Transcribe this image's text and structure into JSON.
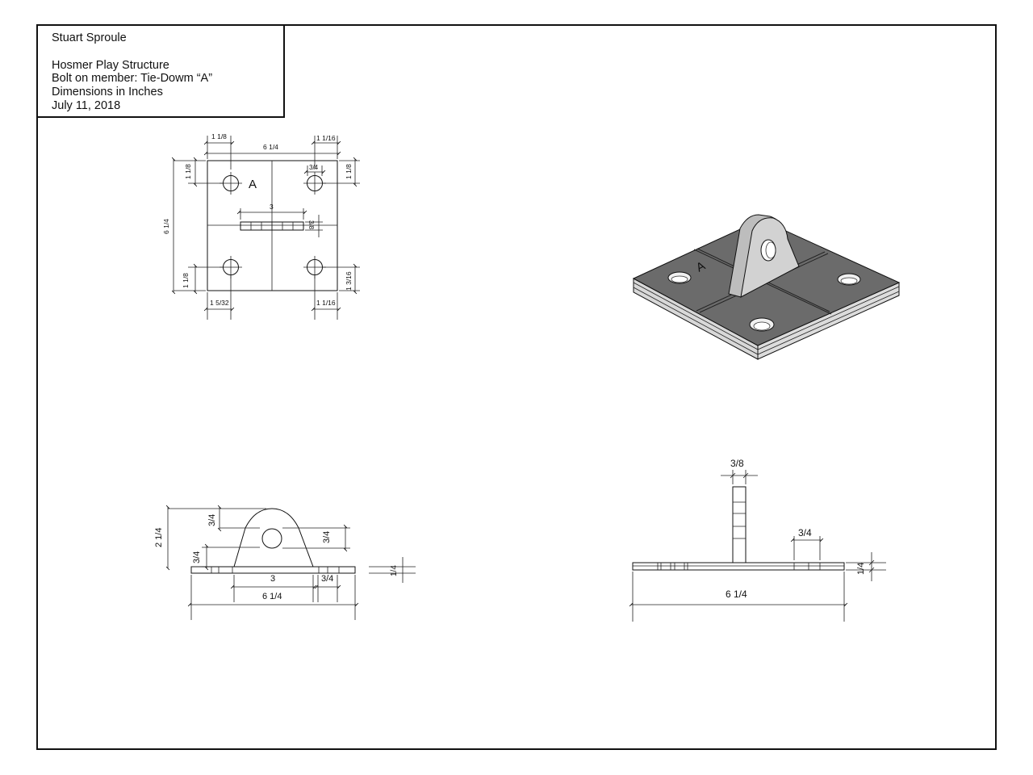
{
  "title_block": {
    "author": "Stuart Sproule",
    "project": "Hosmer Play Structure",
    "member": "Bolt on member: Tie-Dowm “A”",
    "units": "Dimensions in Inches",
    "date": "July 11, 2018"
  },
  "plan_view": {
    "mark": "A",
    "dims": {
      "top_left_offset": "1 1/8",
      "overall_width": "6 1/4",
      "top_right_offset": "1 1/16",
      "hole_size": "3/4",
      "left_top_offset": "1 1/8",
      "right_top_offset": "1 1/8",
      "overall_height": "6 1/4",
      "tab_length": "3",
      "tab_thickness": "3/8",
      "left_bottom_offset": "1 1/8",
      "right_bottom_offset": "1 3/16",
      "bottom_left_offset": "1 5/32",
      "bottom_right_offset": "1 1/16"
    }
  },
  "iso_view": {
    "mark": "A",
    "colors": {
      "plate_top": "#6b6b6b",
      "plate_edge": "#d8d8d8",
      "tab": "#d2d2d2"
    }
  },
  "front_view": {
    "dims": {
      "total_height": "2 1/4",
      "top_to_hole": "3/4",
      "hole_to_base": "3/4",
      "hole_dia": "3/4",
      "base_length": "3",
      "end_offset": "3/4",
      "overall_width": "6 1/4",
      "plate_thickness": "1/4"
    }
  },
  "side_view": {
    "dims": {
      "tab_thickness": "3/8",
      "offset": "3/4",
      "overall_width": "6 1/4",
      "plate_thickness": "1/4"
    }
  }
}
